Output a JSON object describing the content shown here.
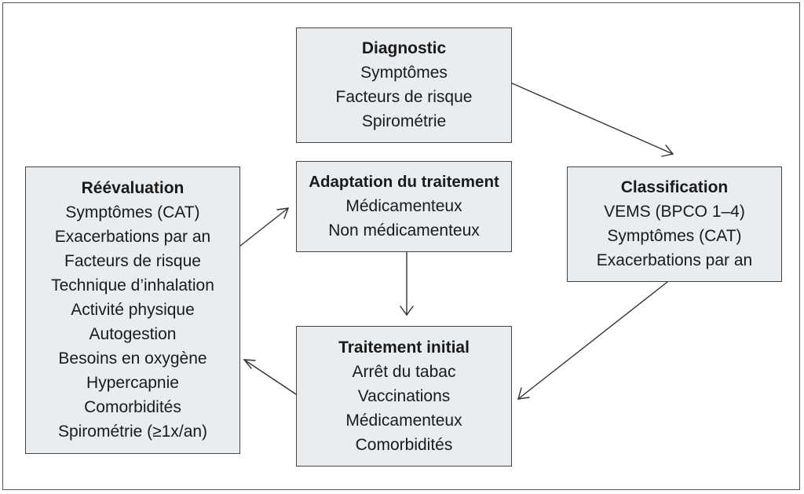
{
  "diagram": {
    "diagnostic": {
      "title": "Diagnostic",
      "lines": [
        "Symptômes",
        "Facteurs de risque",
        "Spirométrie"
      ]
    },
    "classification": {
      "title": "Classification",
      "lines": [
        "VEMS (BPCO 1–4)",
        "Symptômes (CAT)",
        "Exacerbations par an"
      ]
    },
    "reevaluation": {
      "title": "Réévaluation",
      "lines": [
        "Symptômes (CAT)",
        "Exacerbations par an",
        "Facteurs de risque",
        "Technique d’inhalation",
        "Activité physique",
        "Autogestion",
        "Besoins en oxygène",
        "Hypercapnie",
        "Comorbidités",
        "Spirométrie (≥1x/an)"
      ]
    },
    "adaptation": {
      "title": "Adaptation du traitement",
      "lines": [
        "Médicamenteux",
        "Non médicamenteux"
      ]
    },
    "traitement_initial": {
      "title": "Traitement initial",
      "lines": [
        "Arrêt du tabac",
        "Vaccinations",
        "Médicamenteux",
        "Comorbidités"
      ]
    }
  }
}
